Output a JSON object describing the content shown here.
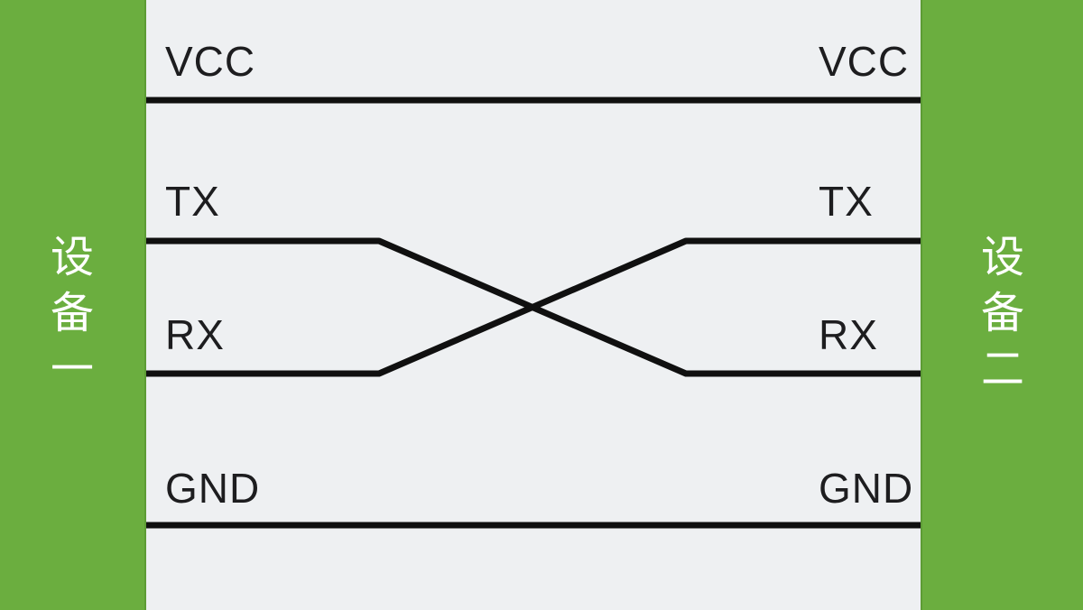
{
  "devices": {
    "left": {
      "label": "设备一",
      "chars": [
        "设",
        "备",
        "一"
      ]
    },
    "right": {
      "label": "设备二",
      "chars": [
        "设",
        "备",
        "二"
      ]
    }
  },
  "pins": {
    "left": [
      "VCC",
      "TX",
      "RX",
      "GND"
    ],
    "right": [
      "VCC",
      "TX",
      "RX",
      "GND"
    ]
  },
  "connections": [
    {
      "from": "device-one VCC",
      "to": "device-two VCC",
      "type": "straight"
    },
    {
      "from": "device-one TX",
      "to": "device-two RX",
      "type": "crossover"
    },
    {
      "from": "device-one RX",
      "to": "device-two TX",
      "type": "crossover"
    },
    {
      "from": "device-one GND",
      "to": "device-two GND",
      "type": "straight"
    }
  ],
  "colors": {
    "device_fill": "#6bae3f",
    "canvas_background": "#eef0f2",
    "wire": "#101010",
    "pin_label": "#1d1d1f",
    "device_label": "#ffffff"
  }
}
